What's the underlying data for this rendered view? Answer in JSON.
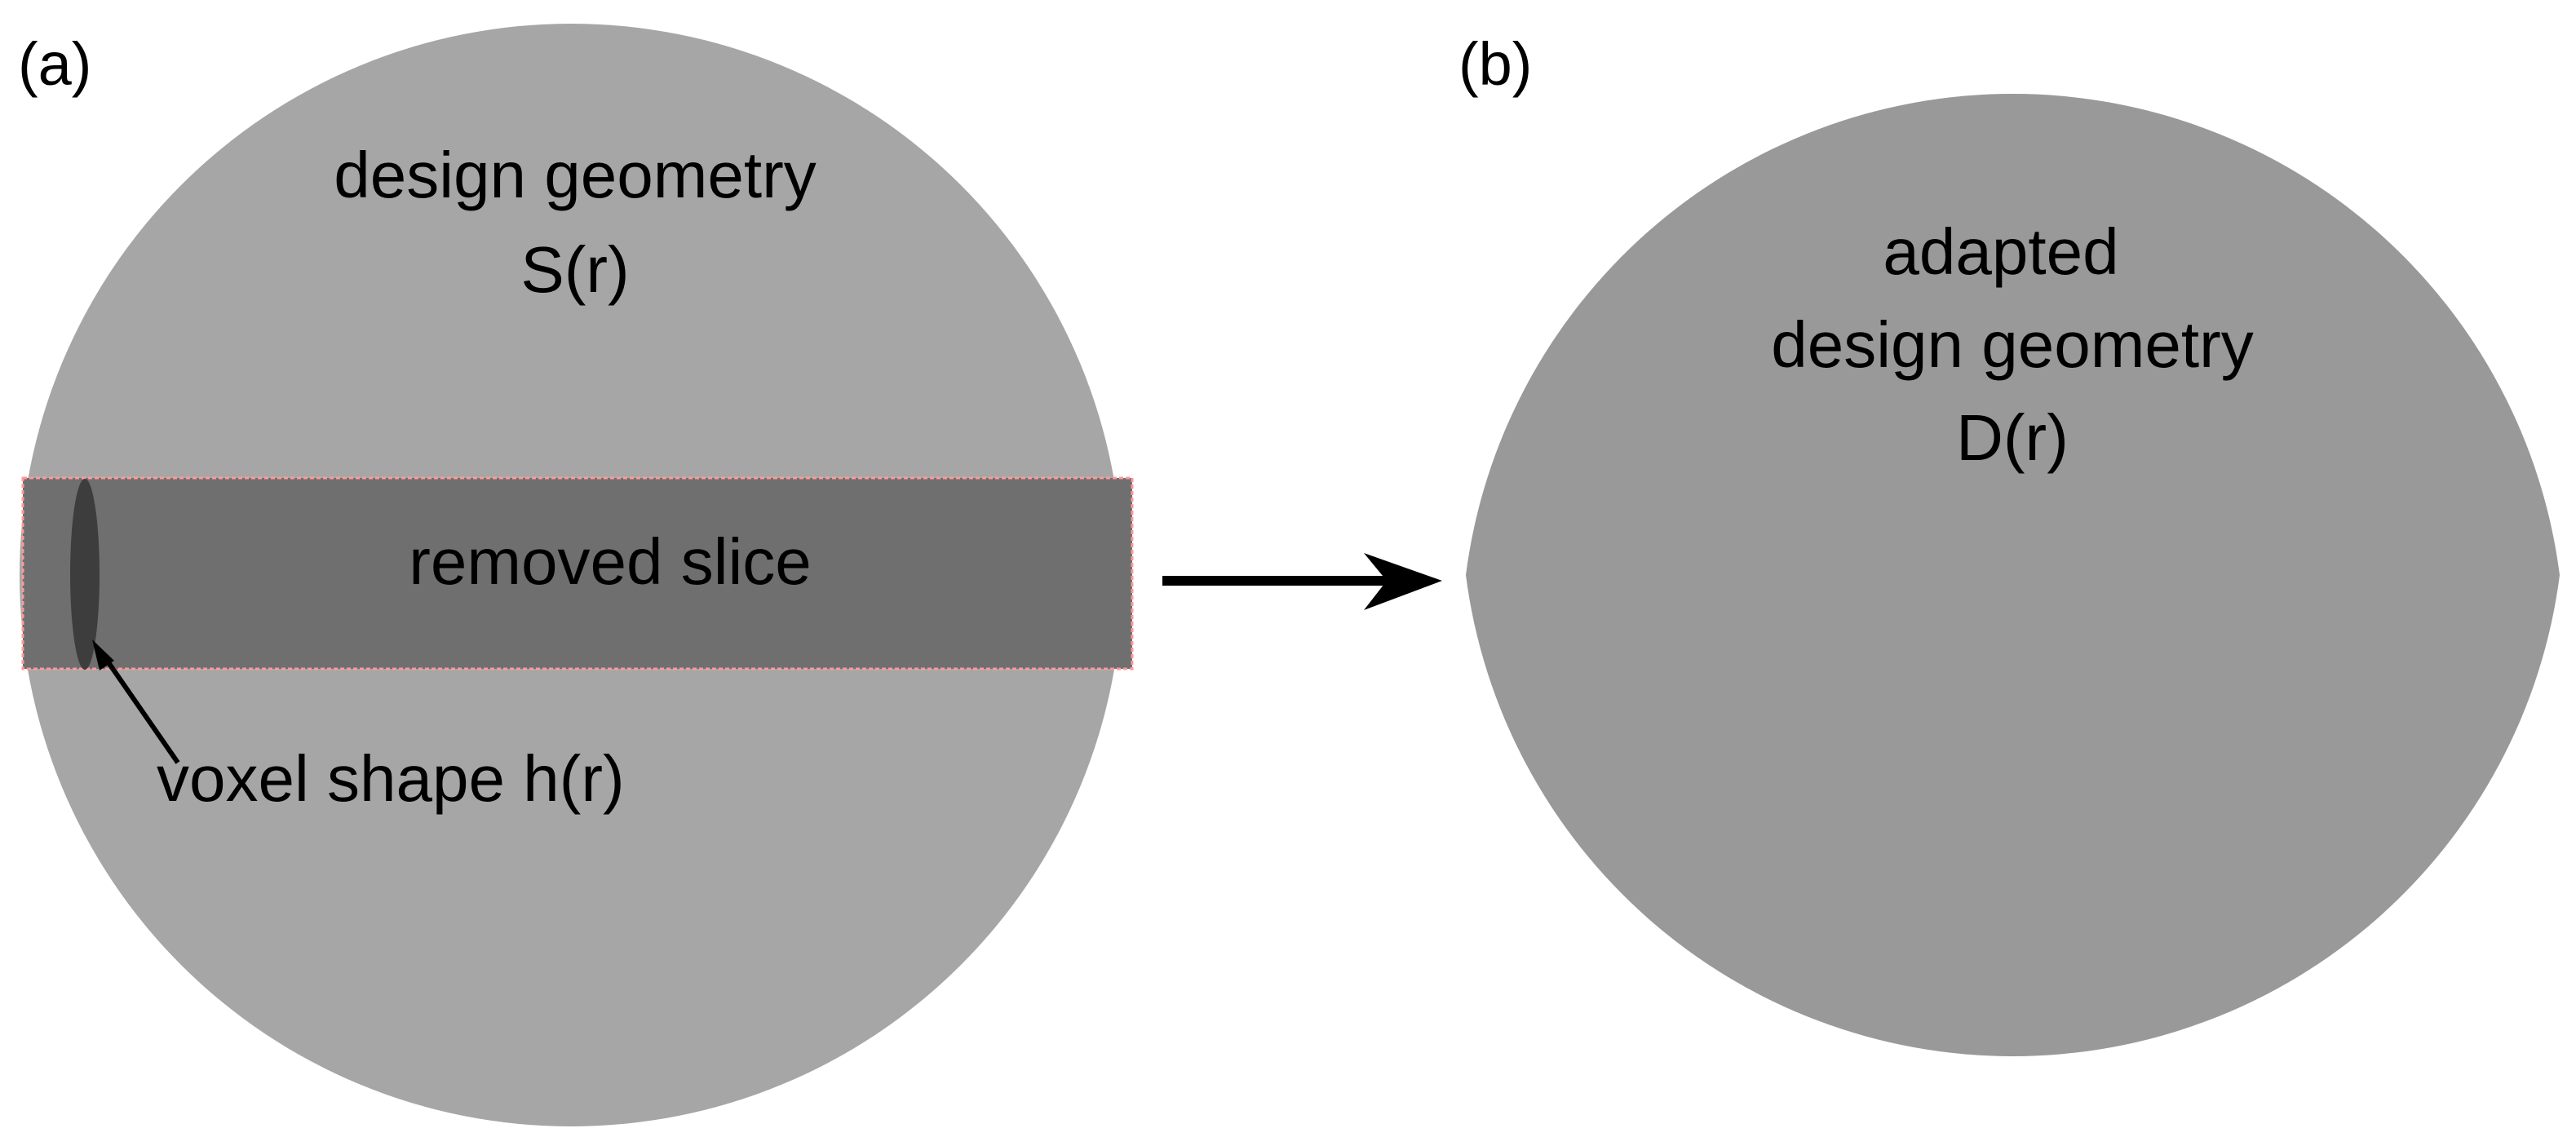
{
  "panel_a": {
    "label": "(a)",
    "shape_title_line1": "design geometry",
    "shape_title_line2": "S(r)",
    "slice_label": "removed slice",
    "voxel_label": "voxel shape h(r)"
  },
  "panel_b": {
    "label": "(b)",
    "shape_title_line1": "adapted",
    "shape_title_line2": "design geometry",
    "shape_title_line3": "D(r)"
  },
  "colors": {
    "design_geometry_fill": "#a6a6a6",
    "slice_fill": "#6f6f6f",
    "slice_outline": "#ff9999",
    "voxel_fill": "#3d3d3d",
    "adapted_geometry_fill": "#999999",
    "arrow": "#000000"
  }
}
